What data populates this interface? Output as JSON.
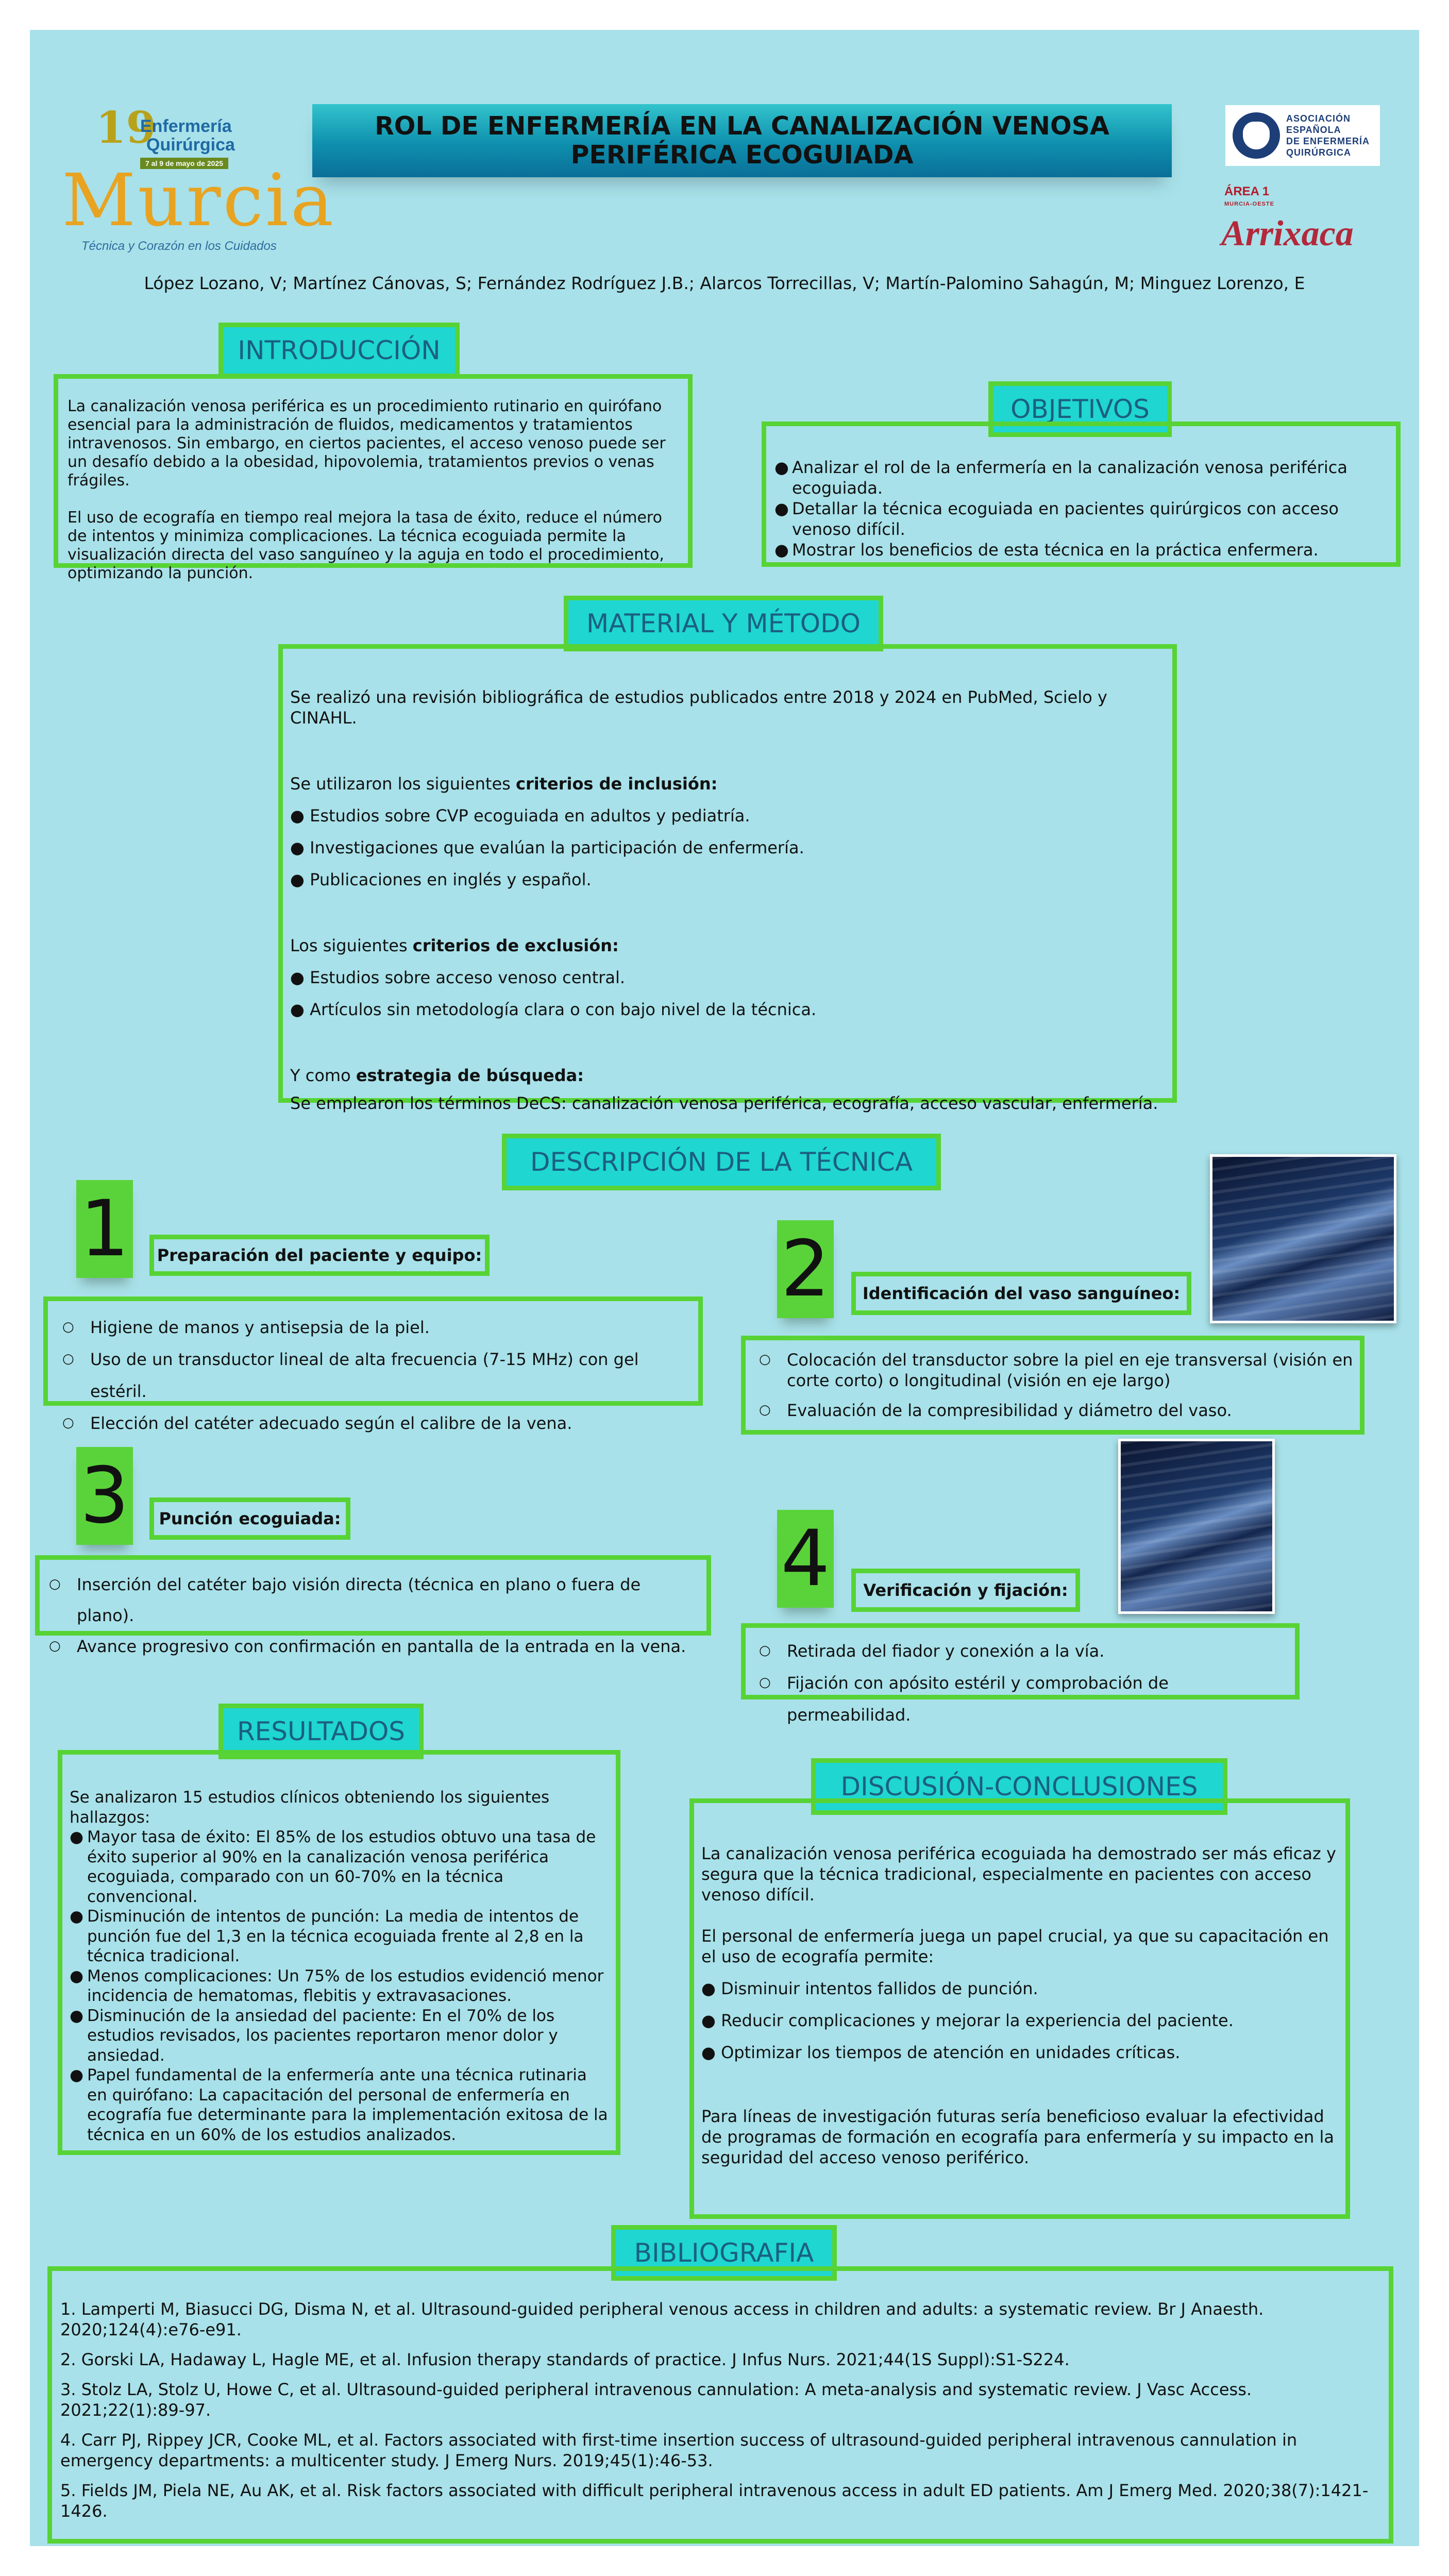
{
  "header": {
    "logo": {
      "number": "19",
      "line1": "Enfermería",
      "line2": "Quirúrgica",
      "dates": "7 al 9 de mayo de 2025",
      "city": "Murcia",
      "tagline": "Técnica y Corazón en los Cuidados"
    },
    "title_line1": "ROL DE ENFERMERÍA EN LA CANALIZACIÓN VENOSA",
    "title_line2": "PERIFÉRICA ECOGUIADA",
    "association": [
      "ASOCIACIÓN",
      "ESPAÑOLA",
      "DE ENFERMERÍA",
      "QUIRÚRGICA"
    ],
    "area": "ÁREA 1",
    "area_sub": "MURCIA-OESTE",
    "hospital": "Arrixaca",
    "authors": "López Lozano, V; Martínez Cánovas, S; Fernández Rodríguez J.B.; Alarcos Torrecillas, V; Martín-Palomino Sahagún, M; Minguez Lorenzo, E"
  },
  "introduccion": {
    "heading": "INTRODUCCIÓN",
    "p1": "La canalización venosa periférica es un procedimiento rutinario en quirófano esencial para la administración de fluidos, medicamentos y tratamientos intravenosos. Sin embargo, en ciertos pacientes, el acceso venoso puede ser un desafío debido a la obesidad, hipovolemia, tratamientos previos o venas frágiles.",
    "p2": "El uso de ecografía en tiempo real mejora la tasa de éxito, reduce el número de intentos y minimiza complicaciones. La técnica ecoguiada permite la visualización directa del vaso sanguíneo y la aguja en todo el procedimiento, optimizando la punción."
  },
  "objetivos": {
    "heading": "OBJETIVOS",
    "items": [
      "Analizar el rol de la enfermería en la canalización venosa periférica ecoguiada.",
      "Detallar la técnica ecoguiada en pacientes quirúrgicos con acceso venoso difícil.",
      "Mostrar los beneficios de esta técnica en la práctica enfermera."
    ]
  },
  "metodo": {
    "heading": "MATERIAL Y MÉTODO",
    "intro": "Se realizó una revisión bibliográfica de estudios publicados entre 2018 y 2024 en PubMed, Scielo y CINAHL.",
    "inclusion_pre": "Se utilizaron los siguientes ",
    "inclusion_bold": "criterios de inclusión:",
    "inclusion_items": [
      "Estudios sobre CVP ecoguiada en adultos y pediatría.",
      "Investigaciones que evalúan la participación de enfermería.",
      "Publicaciones en inglés y español."
    ],
    "exclusion_pre": "Los siguientes ",
    "exclusion_bold": "criterios de exclusión:",
    "exclusion_items": [
      "Estudios sobre acceso venoso central.",
      "Artículos sin metodología clara o con bajo nivel de la técnica."
    ],
    "strategy_pre": "Y como ",
    "strategy_bold": "estrategia de búsqueda:",
    "strategy_text": "Se emplearon los términos DeCS: canalización venosa periférica, ecografía, acceso vascular, enfermería."
  },
  "tecnica": {
    "heading": "DESCRIPCIÓN DE LA TÉCNICA",
    "steps": [
      {
        "number": "1",
        "title": "Preparación del paciente y equipo:",
        "items": [
          "Higiene de manos y antisepsia de la piel.",
          "Uso de un transductor lineal de alta frecuencia (7-15 MHz) con gel estéril.",
          "Elección del catéter adecuado según el calibre de la vena."
        ]
      },
      {
        "number": "2",
        "title": "Identificación del vaso sanguíneo:",
        "items": [
          "Colocación del transductor sobre la piel en eje transversal (visión en corte corto) o longitudinal (visión en eje largo)",
          "Evaluación de la compresibilidad y diámetro del vaso."
        ]
      },
      {
        "number": "3",
        "title": "Punción ecoguiada:",
        "items": [
          "Inserción del catéter bajo visión directa (técnica en plano o fuera de plano).",
          "Avance progresivo con confirmación en pantalla de la entrada en la vena."
        ]
      },
      {
        "number": "4",
        "title": "Verificación y fijación:",
        "items": [
          "Retirada del fiador y conexión a la vía.",
          "Fijación con apósito estéril y comprobación de permeabilidad."
        ]
      }
    ]
  },
  "resultados": {
    "heading": "RESULTADOS",
    "intro": "Se analizaron 15 estudios clínicos obteniendo los siguientes hallazgos:",
    "items": [
      "Mayor tasa de éxito: El 85% de los estudios obtuvo una tasa de éxito superior al 90% en la canalización venosa periférica ecoguiada, comparado con un 60-70% en la técnica convencional.",
      "Disminución de intentos de punción: La media de intentos de punción fue del 1,3 en la técnica ecoguiada frente al 2,8 en la técnica tradicional.",
      "Menos complicaciones: Un 75% de los estudios evidenció menor incidencia de hematomas, flebitis y extravasaciones.",
      "Disminución de la ansiedad del paciente: En el 70% de los estudios revisados, los pacientes reportaron menor dolor y ansiedad.",
      "Papel fundamental de la enfermería ante una técnica rutinaria en quirófano: La capacitación del personal de enfermería en ecografía fue determinante para la implementación exitosa de la técnica en un 60% de los estudios analizados."
    ]
  },
  "discusion": {
    "heading": "DISCUSIÓN-CONCLUSIONES",
    "p1": "La canalización venosa periférica ecoguiada ha demostrado ser más eficaz y segura que la técnica tradicional, especialmente en pacientes con acceso venoso difícil.",
    "p2": "El personal de enfermería juega un papel crucial, ya que su capacitación en el uso de ecografía permite:",
    "items": [
      "Disminuir intentos fallidos de punción.",
      "Reducir complicaciones y mejorar la experiencia del paciente.",
      "Optimizar los tiempos de atención en unidades críticas."
    ],
    "p3": "Para líneas de investigación futuras sería beneficioso evaluar la efectividad de programas de formación en ecografía para enfermería y su impacto en la seguridad del acceso venoso periférico."
  },
  "bibliografia": {
    "heading": "BIBLIOGRAFIA",
    "refs": [
      "1. Lamperti M, Biasucci DG, Disma N, et al. Ultrasound-guided peripheral venous access in children and adults: a systematic review. Br J Anaesth. 2020;124(4):e76-e91.",
      "2. Gorski LA, Hadaway L, Hagle ME, et al. Infusion therapy standards of practice. J Infus Nurs. 2021;44(1S Suppl):S1-S224.",
      "3. Stolz LA, Stolz U, Howe C, et al. Ultrasound-guided peripheral intravenous cannulation: A meta-analysis and systematic review. J Vasc Access. 2021;22(1):89-97.",
      "4. Carr PJ, Rippey JCR, Cooke ML, et al. Factors associated with first-time insertion success of ultrasound-guided peripheral intravenous cannulation in emergency departments: a multicenter study. J Emerg Nurs. 2019;45(1):46-53.",
      "5. Fields JM, Piela NE, Au AK, et al. Risk factors associated with difficult peripheral intravenous access in adult ED patients. Am J Emerg Med. 2020;38(7):1421-1426."
    ]
  },
  "colors": {
    "poster_bg": "#a8e1e9",
    "heading_bg": "#1fd6d1",
    "border_green": "#57d335",
    "heading_text": "#1b5f7e",
    "number_bg": "#5ad33a"
  }
}
